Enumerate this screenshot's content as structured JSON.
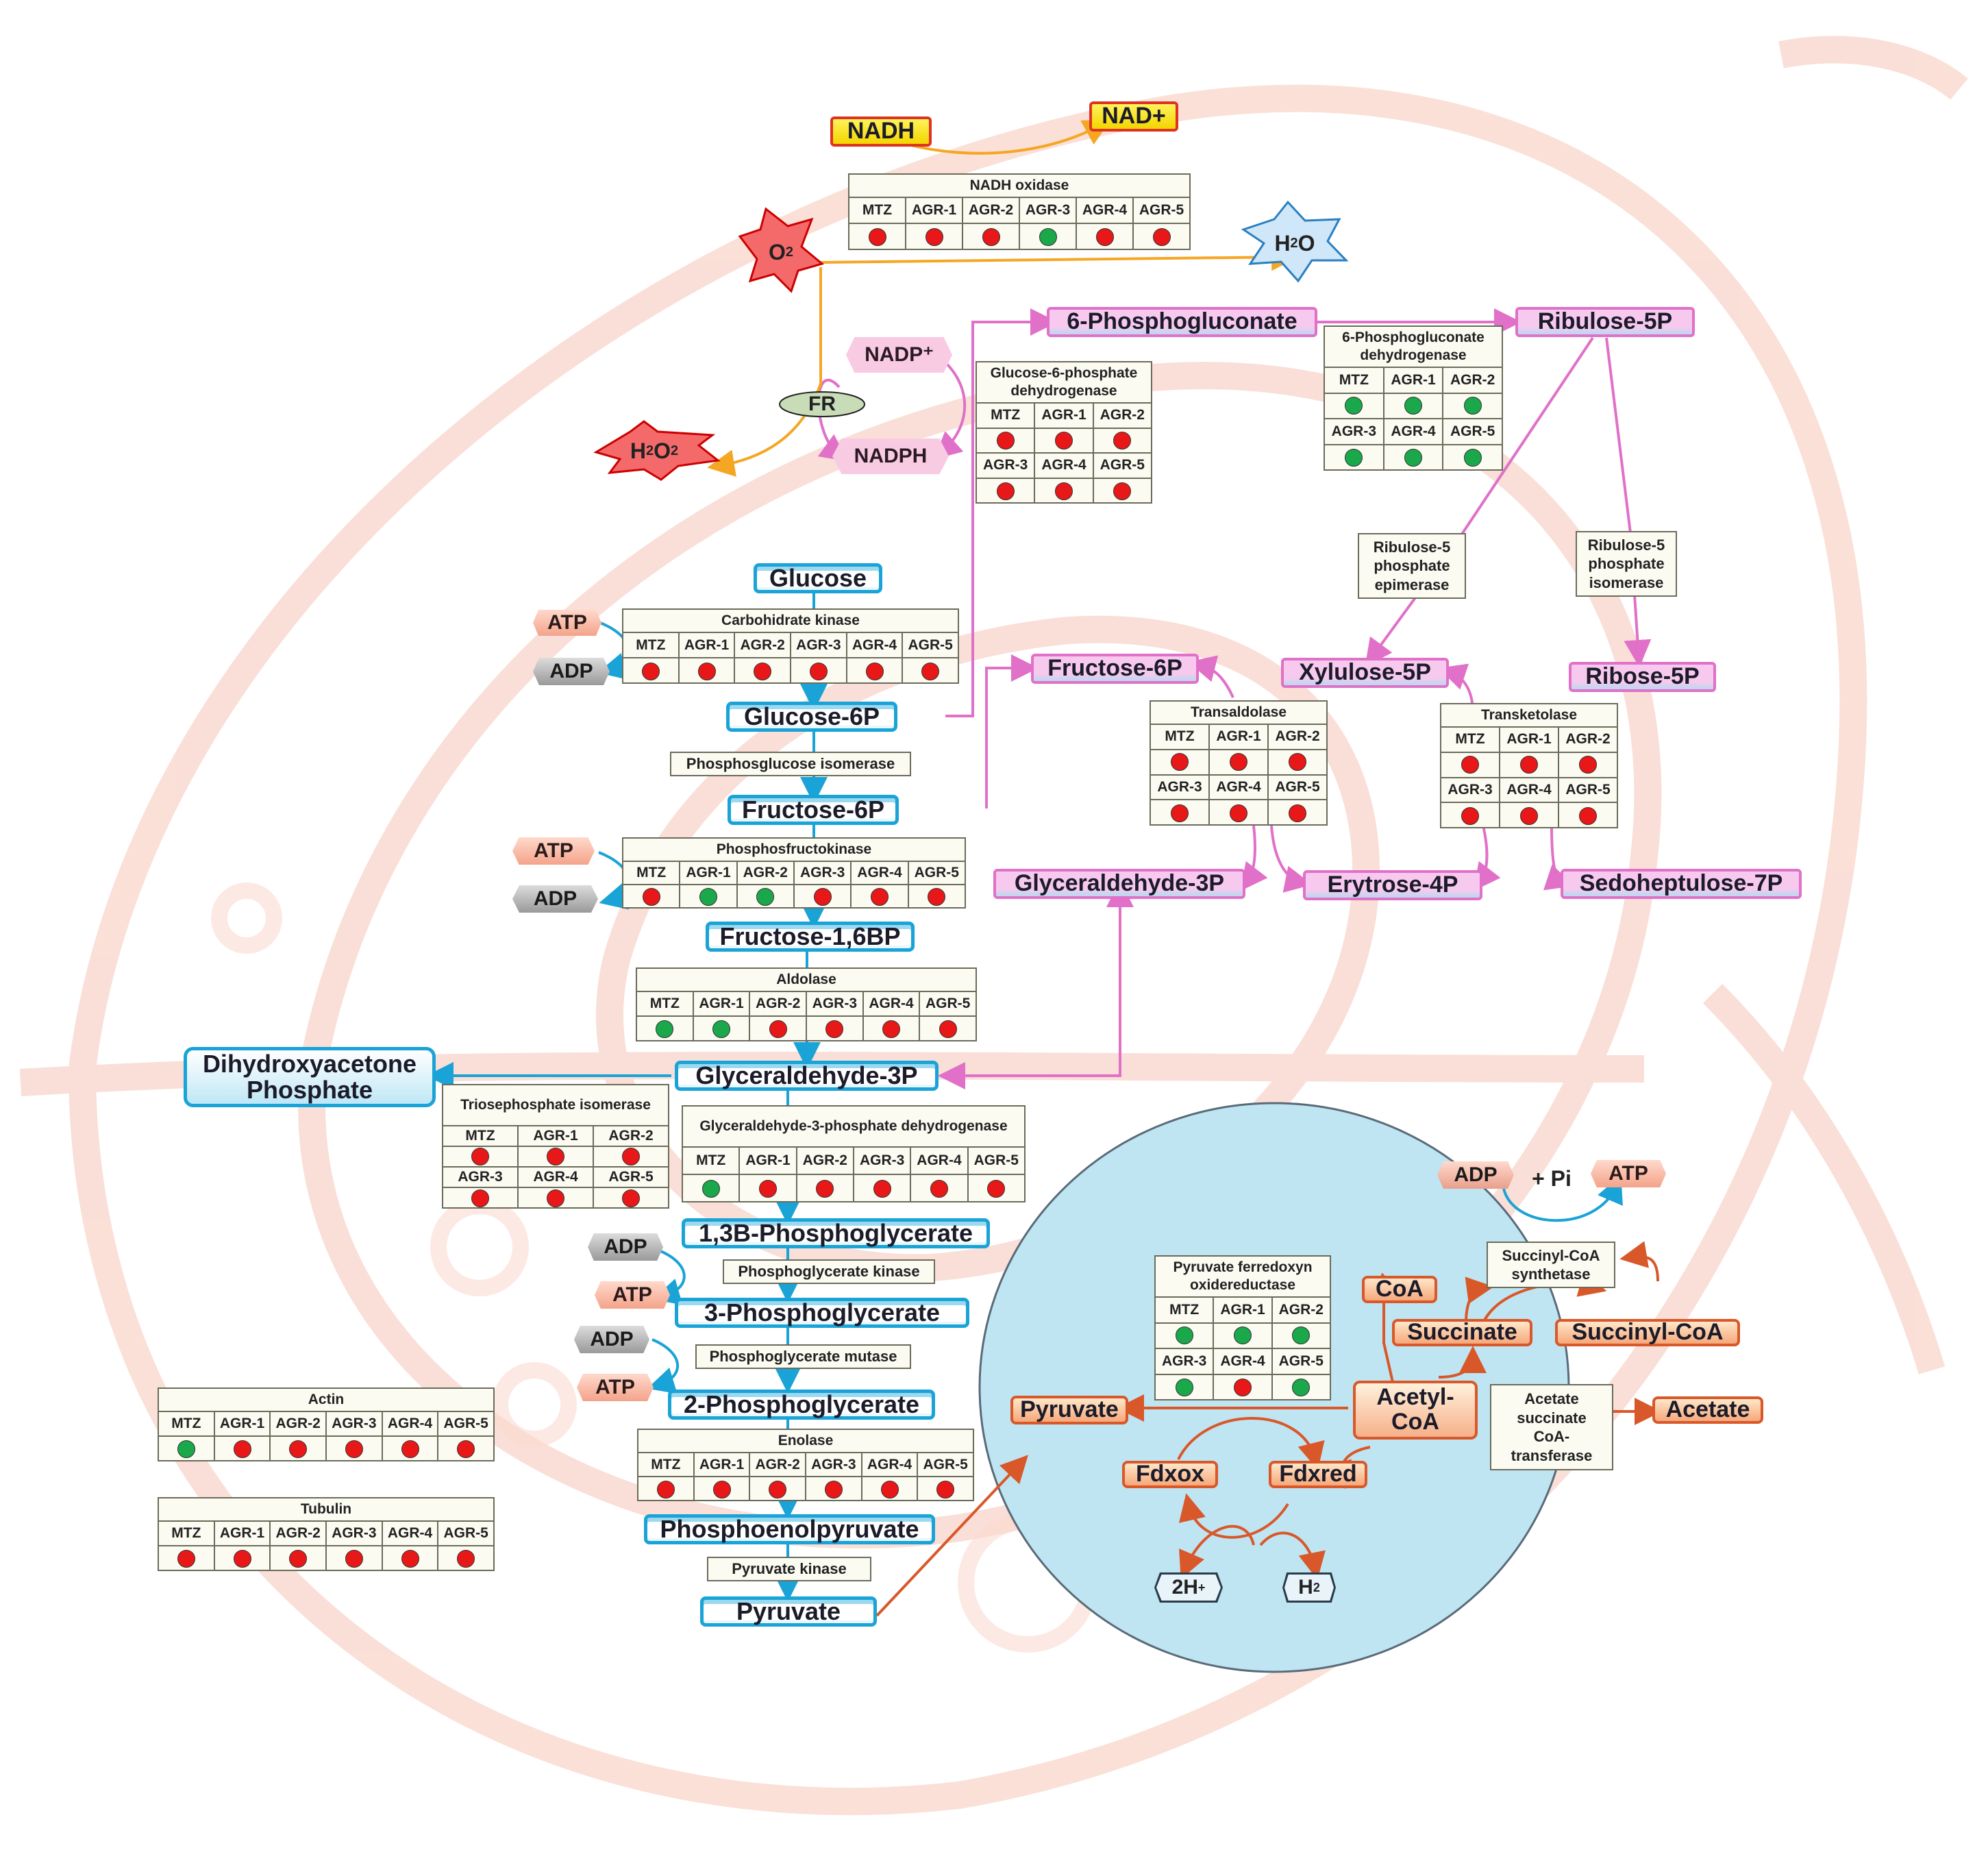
{
  "colors": {
    "up": "#e81818",
    "down": "#1aa84a"
  },
  "glycolysis": {
    "glucose": "Glucose",
    "glucose_6p": "Glucose-6P",
    "fructose_6p": "Fructose-6P",
    "fructose_16bp": "Fructose-1,6BP",
    "dhap": "Dihydroxyacetone Phosphate",
    "g3p": "Glyceraldehyde-3P",
    "bpg13": "1,3B-Phosphoglycerate",
    "pg3": "3-Phosphoglycerate",
    "pg2": "2-Phosphoglycerate",
    "pep": "Phosphoenolpyruvate",
    "pyruvate": "Pyruvate"
  },
  "glycolysis_labels": {
    "phosphoglucose_isomerase": "Phosphosglucose isomerase",
    "phosphoglycerate_kinase": "Phosphoglycerate kinase",
    "phosphoglycerate_mutase": "Phosphoglycerate mutase",
    "pyruvate_kinase": "Pyruvate  kinase"
  },
  "cofactors": {
    "atp": "ATP",
    "adp": "ADP",
    "nadp": "NADP⁺",
    "nadph": "NADPH",
    "nadh": "NADH",
    "nad": "NAD+",
    "fr": "FR",
    "pi": "+ Pi"
  },
  "ros": {
    "o2": "O",
    "o2_sub": "2",
    "h2o_h": "H",
    "h2o_sub": "2",
    "h2o_o": "O",
    "h2o2_h": "H",
    "h2o2_sub1": "2",
    "h2o2_o": "O",
    "h2o2_sub2": "2"
  },
  "ppp": {
    "pg6": "6-Phosphogluconate",
    "ribulose5p": "Ribulose-5P",
    "xylulose5p": "Xylulose-5P",
    "ribose5p": "Ribose-5P",
    "fructose6p": "Fructose-6P",
    "g3p": "Glyceraldehyde-3P",
    "erytrose4p": "Erytrose-4P",
    "sedoheptulose7p": "Sedoheptulose-7P",
    "r5p_epimerase": "Ribulose-5 phosphate epimerase",
    "r5p_isomerase": "Ribulose-5 phosphate isomerase"
  },
  "hydrogenosome": {
    "pyruvate": "Pyruvate",
    "acetyl_coa": "Acetyl-CoA",
    "coa": "CoA",
    "succinate": "Succinate",
    "succinyl_coa": "Succinyl-CoA",
    "acetate": "Acetate",
    "fdxox": "Fdxox",
    "fdxred": "Fdxred",
    "h_ion": "2H",
    "h_ion_sup": "+",
    "h2": "H",
    "h2_sub": "2",
    "adp": "ADP",
    "atp": "ATP",
    "pi": "+ Pi",
    "sca_synthetase": "Succinyl-CoA synthetase",
    "asct": "Acetate succinate CoA-transferase"
  },
  "enzymes": {
    "nadh_oxidase": {
      "title": "NADH oxidase",
      "headers": [
        "MTZ",
        "AGR-1",
        "AGR-2",
        "AGR-3",
        "AGR-4",
        "AGR-5"
      ],
      "marks": [
        "up",
        "up",
        "up",
        "down",
        "up",
        "up"
      ]
    },
    "g6pd": {
      "title": "Glucose-6-phosphate dehydrogenase",
      "headers": [
        "MTZ",
        "AGR-1",
        "AGR-2",
        "AGR-3",
        "AGR-4",
        "AGR-5"
      ],
      "marks": [
        "up",
        "up",
        "up",
        "up",
        "up",
        "up"
      ]
    },
    "pgd6": {
      "title": "6-Phosphogluconate dehydrogenase",
      "headers": [
        "MTZ",
        "AGR-1",
        "AGR-2",
        "AGR-3",
        "AGR-4",
        "AGR-5"
      ],
      "marks": [
        "down",
        "down",
        "down",
        "down",
        "down",
        "down"
      ]
    },
    "carbohydrate_kinase": {
      "title": "Carbohidrate kinase",
      "headers": [
        "MTZ",
        "AGR-1",
        "AGR-2",
        "AGR-3",
        "AGR-4",
        "AGR-5"
      ],
      "marks": [
        "up",
        "up",
        "up",
        "up",
        "up",
        "up"
      ]
    },
    "phosphofructokinase": {
      "title": "Phosphosfructokinase",
      "headers": [
        "MTZ",
        "AGR-1",
        "AGR-2",
        "AGR-3",
        "AGR-4",
        "AGR-5"
      ],
      "marks": [
        "up",
        "down",
        "down",
        "up",
        "up",
        "up"
      ]
    },
    "aldolase": {
      "title": "Aldolase",
      "headers": [
        "MTZ",
        "AGR-1",
        "AGR-2",
        "AGR-3",
        "AGR-4",
        "AGR-5"
      ],
      "marks": [
        "down",
        "down",
        "up",
        "up",
        "up",
        "up"
      ]
    },
    "triosephosphate_isomerase": {
      "title": "Triosephosphate isomerase",
      "headers": [
        "MTZ",
        "AGR-1",
        "AGR-2",
        "AGR-3",
        "AGR-4",
        "AGR-5"
      ],
      "marks": [
        "up",
        "up",
        "up",
        "up",
        "up",
        "up"
      ]
    },
    "gapdh": {
      "title": "Glyceraldehyde-3-phosphate dehydrogenase",
      "headers": [
        "MTZ",
        "AGR-1",
        "AGR-2",
        "AGR-3",
        "AGR-4",
        "AGR-5"
      ],
      "marks": [
        "down",
        "up",
        "up",
        "up",
        "up",
        "up"
      ]
    },
    "enolase": {
      "title": "Enolase",
      "headers": [
        "MTZ",
        "AGR-1",
        "AGR-2",
        "AGR-3",
        "AGR-4",
        "AGR-5"
      ],
      "marks": [
        "up",
        "up",
        "up",
        "up",
        "up",
        "up"
      ]
    },
    "transaldolase": {
      "title": "Transaldolase",
      "headers": [
        "MTZ",
        "AGR-1",
        "AGR-2",
        "AGR-3",
        "AGR-4",
        "AGR-5"
      ],
      "marks": [
        "up",
        "up",
        "up",
        "up",
        "up",
        "up"
      ]
    },
    "transketolase": {
      "title": "Transketolase",
      "headers": [
        "MTZ",
        "AGR-1",
        "AGR-2",
        "AGR-3",
        "AGR-4",
        "AGR-5"
      ],
      "marks": [
        "up",
        "up",
        "up",
        "up",
        "up",
        "up"
      ]
    },
    "pfor": {
      "title": "Pyruvate ferredoxyn oxidereductase",
      "headers": [
        "MTZ",
        "AGR-1",
        "AGR-2",
        "AGR-3",
        "AGR-4",
        "AGR-5"
      ],
      "marks": [
        "down",
        "down",
        "down",
        "down",
        "up",
        "down"
      ]
    },
    "actin": {
      "title": "Actin",
      "headers": [
        "MTZ",
        "AGR-1",
        "AGR-2",
        "AGR-3",
        "AGR-4",
        "AGR-5"
      ],
      "marks": [
        "down",
        "up",
        "up",
        "up",
        "up",
        "up"
      ]
    },
    "tubulin": {
      "title": "Tubulin",
      "headers": [
        "MTZ",
        "AGR-1",
        "AGR-2",
        "AGR-3",
        "AGR-4",
        "AGR-5"
      ],
      "marks": [
        "up",
        "up",
        "up",
        "up",
        "up",
        "up"
      ]
    }
  }
}
